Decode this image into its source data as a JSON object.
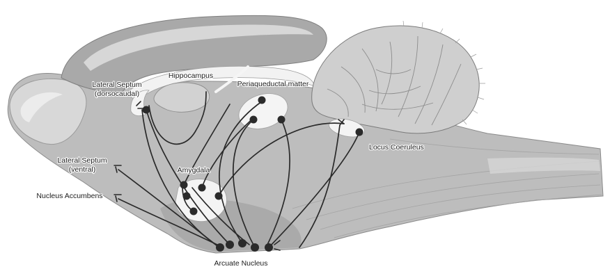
{
  "labels": {
    "lateral_septum_dorsocaudal": "Lateral Septum",
    "lateral_septum_dorsocaudal_sub": "(dorsocaudal)",
    "hippocampus": "Hippocampus",
    "periaqueductal": "Periaqueductal matter",
    "locus_coeruleus": "Locus Coeruleus",
    "lateral_septum_ventral": "Lateral Septum",
    "lateral_septum_ventral_sub": "(ventral)",
    "amygdala": "Amygdala",
    "nucleus_accumbens": "Nucleus Accumbens",
    "arcuate_nucleus": "Arcuate Nucleus"
  },
  "colors": {
    "brain_body": "#bdbdbd",
    "brain_dark": "#9c9c9c",
    "brain_light": "#e4e4e4",
    "pathway": "#2a2a2a",
    "nucleus_highlight": "#f4f4f4"
  }
}
